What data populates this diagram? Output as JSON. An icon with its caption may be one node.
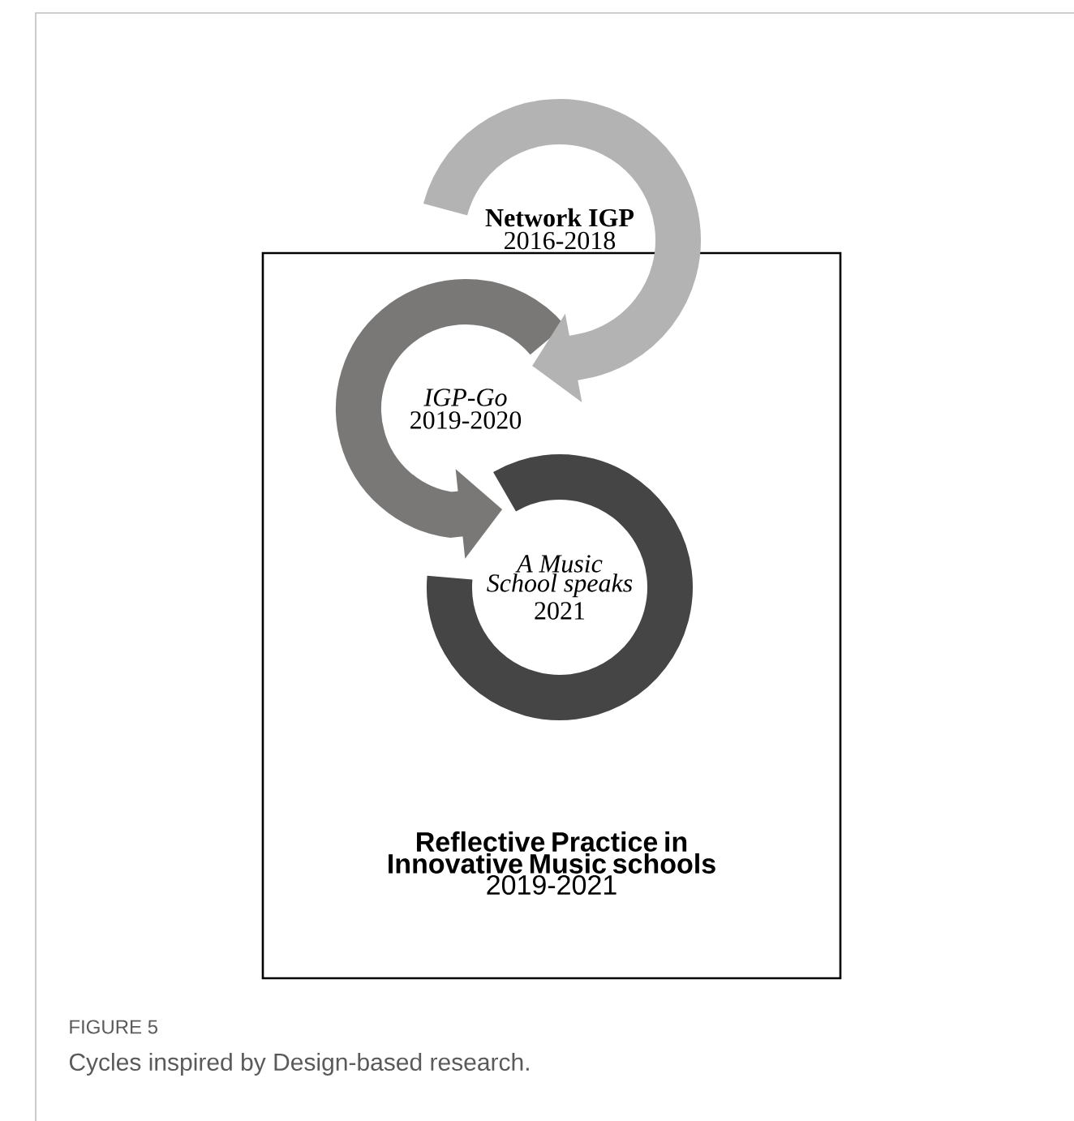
{
  "diagram": {
    "caption": "Cycles inspired by Design-based research.",
    "nodes": [
      {
        "text": [
          "Network IGP",
          "2016-2018"
        ]
      },
      {
        "text": [
          "Reflective Practice in Innovative Music schools",
          "2019-2021"
        ]
      },
      {
        "text": [
          "IGP-Go",
          "2019-2020"
        ],
        "in": 1
      },
      {
        "text": [
          "A Music School speaks",
          "2021"
        ],
        "in": 1
      }
    ],
    "edges": [
      {
        "from": 0,
        "to": 2,
        "arrow": "to",
        "color": "#b3b3b3"
      },
      {
        "from": 2,
        "to": 3,
        "arrow": "to",
        "color": "#7a7777"
      }
    ],
    "labels": [
      "FIGURE 5"
    ]
  }
}
